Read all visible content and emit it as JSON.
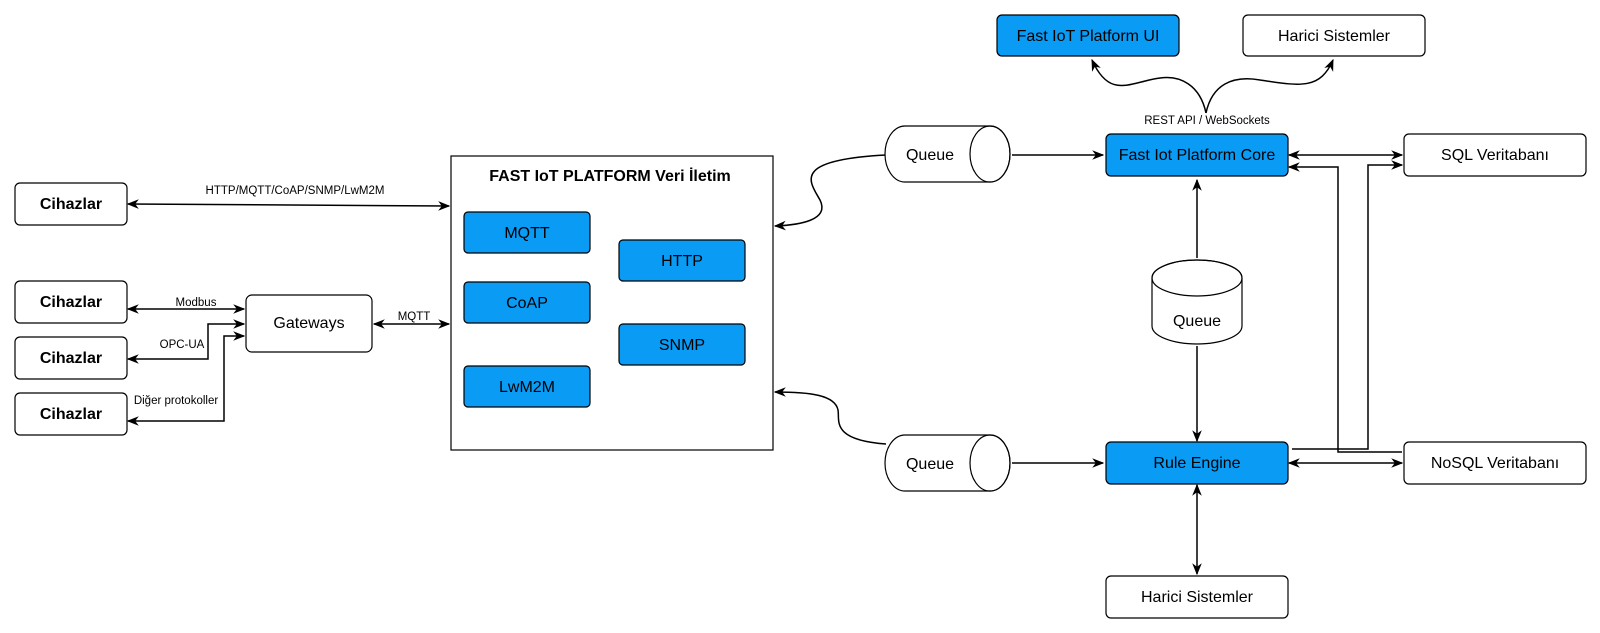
{
  "colors": {
    "accent": "#0a9bf5",
    "line": "#000000",
    "background": "#ffffff"
  },
  "platform": {
    "title": "FAST IoT PLATFORM Veri İletim",
    "protocols": {
      "mqtt": "MQTT",
      "coap": "CoAP",
      "lwm2m": "LwM2M",
      "http": "HTTP",
      "snmp": "SNMP"
    }
  },
  "devices": [
    "Cihazlar",
    "Cihazlar",
    "Cihazlar",
    "Cihazlar"
  ],
  "gateways": "Gateways",
  "edge_labels": {
    "direct": "HTTP/MQTT/CoAP/SNMP/LwM2M",
    "modbus": "Modbus",
    "opcua": "OPC-UA",
    "other": "Diğer protokoller",
    "gateway_mqtt": "MQTT",
    "rest": "REST API / WebSockets"
  },
  "queues": {
    "top": "Queue",
    "bottom": "Queue",
    "middle": "Queue"
  },
  "core": "Fast Iot Platform Core",
  "ui": "Fast IoT Platform UI",
  "external_top": "Harici Sistemler",
  "external_bottom": "Harici Sistemler",
  "sql": "SQL Veritabanı",
  "nosql": "NoSQL Veritabanı",
  "rule_engine": "Rule Engine"
}
